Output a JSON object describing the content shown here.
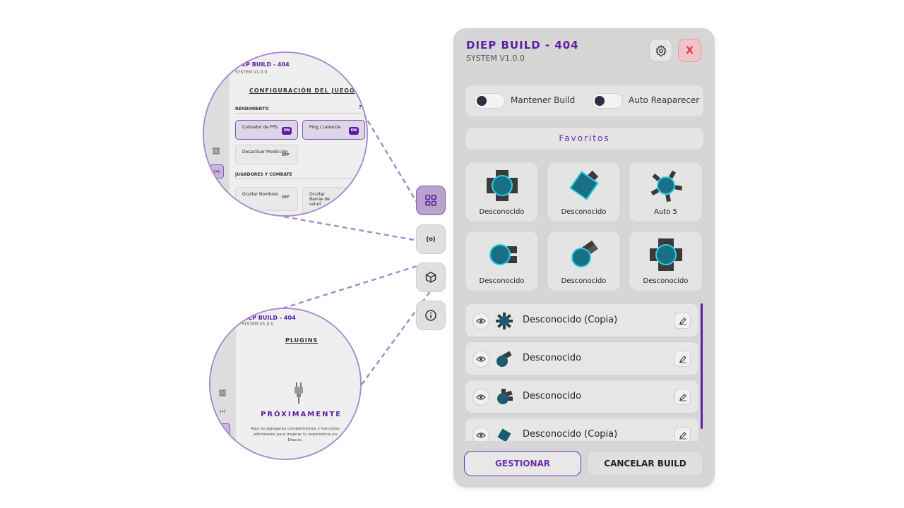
{
  "header": {
    "title": "DIEP BUILD - 404",
    "subtitle": "SYSTEM V1.0.0",
    "close_label": "X"
  },
  "toggles": [
    {
      "label": "Mantener Build",
      "state": "off"
    },
    {
      "label": "Auto Reaparecer",
      "state": "off"
    }
  ],
  "favorites": {
    "label": "Favoritos",
    "tiles": [
      {
        "label": "Desconocido",
        "icon": "tank-quad-icon"
      },
      {
        "label": "Desconocido",
        "icon": "tank-diamond-icon"
      },
      {
        "label": "Auto 5",
        "icon": "tank-auto5-icon"
      },
      {
        "label": "Desconocido",
        "icon": "tank-side-barrels-icon"
      },
      {
        "label": "Desconocido",
        "icon": "tank-diagonal-icon"
      },
      {
        "label": "Desconocido",
        "icon": "tank-cross-icon"
      }
    ]
  },
  "builds": [
    {
      "name": "Desconocido (Copia)"
    },
    {
      "name": "Desconocido"
    },
    {
      "name": "Desconocido"
    },
    {
      "name": "Desconocido (Copia)"
    }
  ],
  "actions": {
    "manage_label": "GESTIONAR",
    "cancel_label": "CANCELAR BUILD"
  },
  "zoom_top": {
    "title": "DIEP BUILD - 404",
    "subtitle": "SYSTEM V1.0.0",
    "heading": "CONFIGURACIÓN DEL JUEGO",
    "help": "?",
    "section_performance": "RENDIMIENTO",
    "section_players": "JUGADORES Y COMBATE",
    "options": [
      {
        "label": "Contador de FPS",
        "state": "ON"
      },
      {
        "label": "Ping / Latencia",
        "state": "ON"
      },
      {
        "label": "Desactivar Predicción",
        "state": "OFF"
      },
      {
        "label": "Ocultar Nombres",
        "state": "OFF"
      },
      {
        "label": "Ocultar Barras de salud",
        "state": ""
      }
    ]
  },
  "zoom_bottom": {
    "title": "DIEP BUILD - 404",
    "subtitle": "SYSTEM V1.0.0",
    "heading": "PLUGINS",
    "soon": "PRÓXIMAMENTE",
    "description": "Aquí se agregarán complementos y funciones adicionales para mejorar tu experiencia en Diep.io."
  },
  "colors": {
    "accent": "#5b1ea3",
    "tank_body": "#1a6e85",
    "tank_outline": "#2ad0e6",
    "barrel": "#3a3a3a",
    "close": "#d83a52"
  }
}
